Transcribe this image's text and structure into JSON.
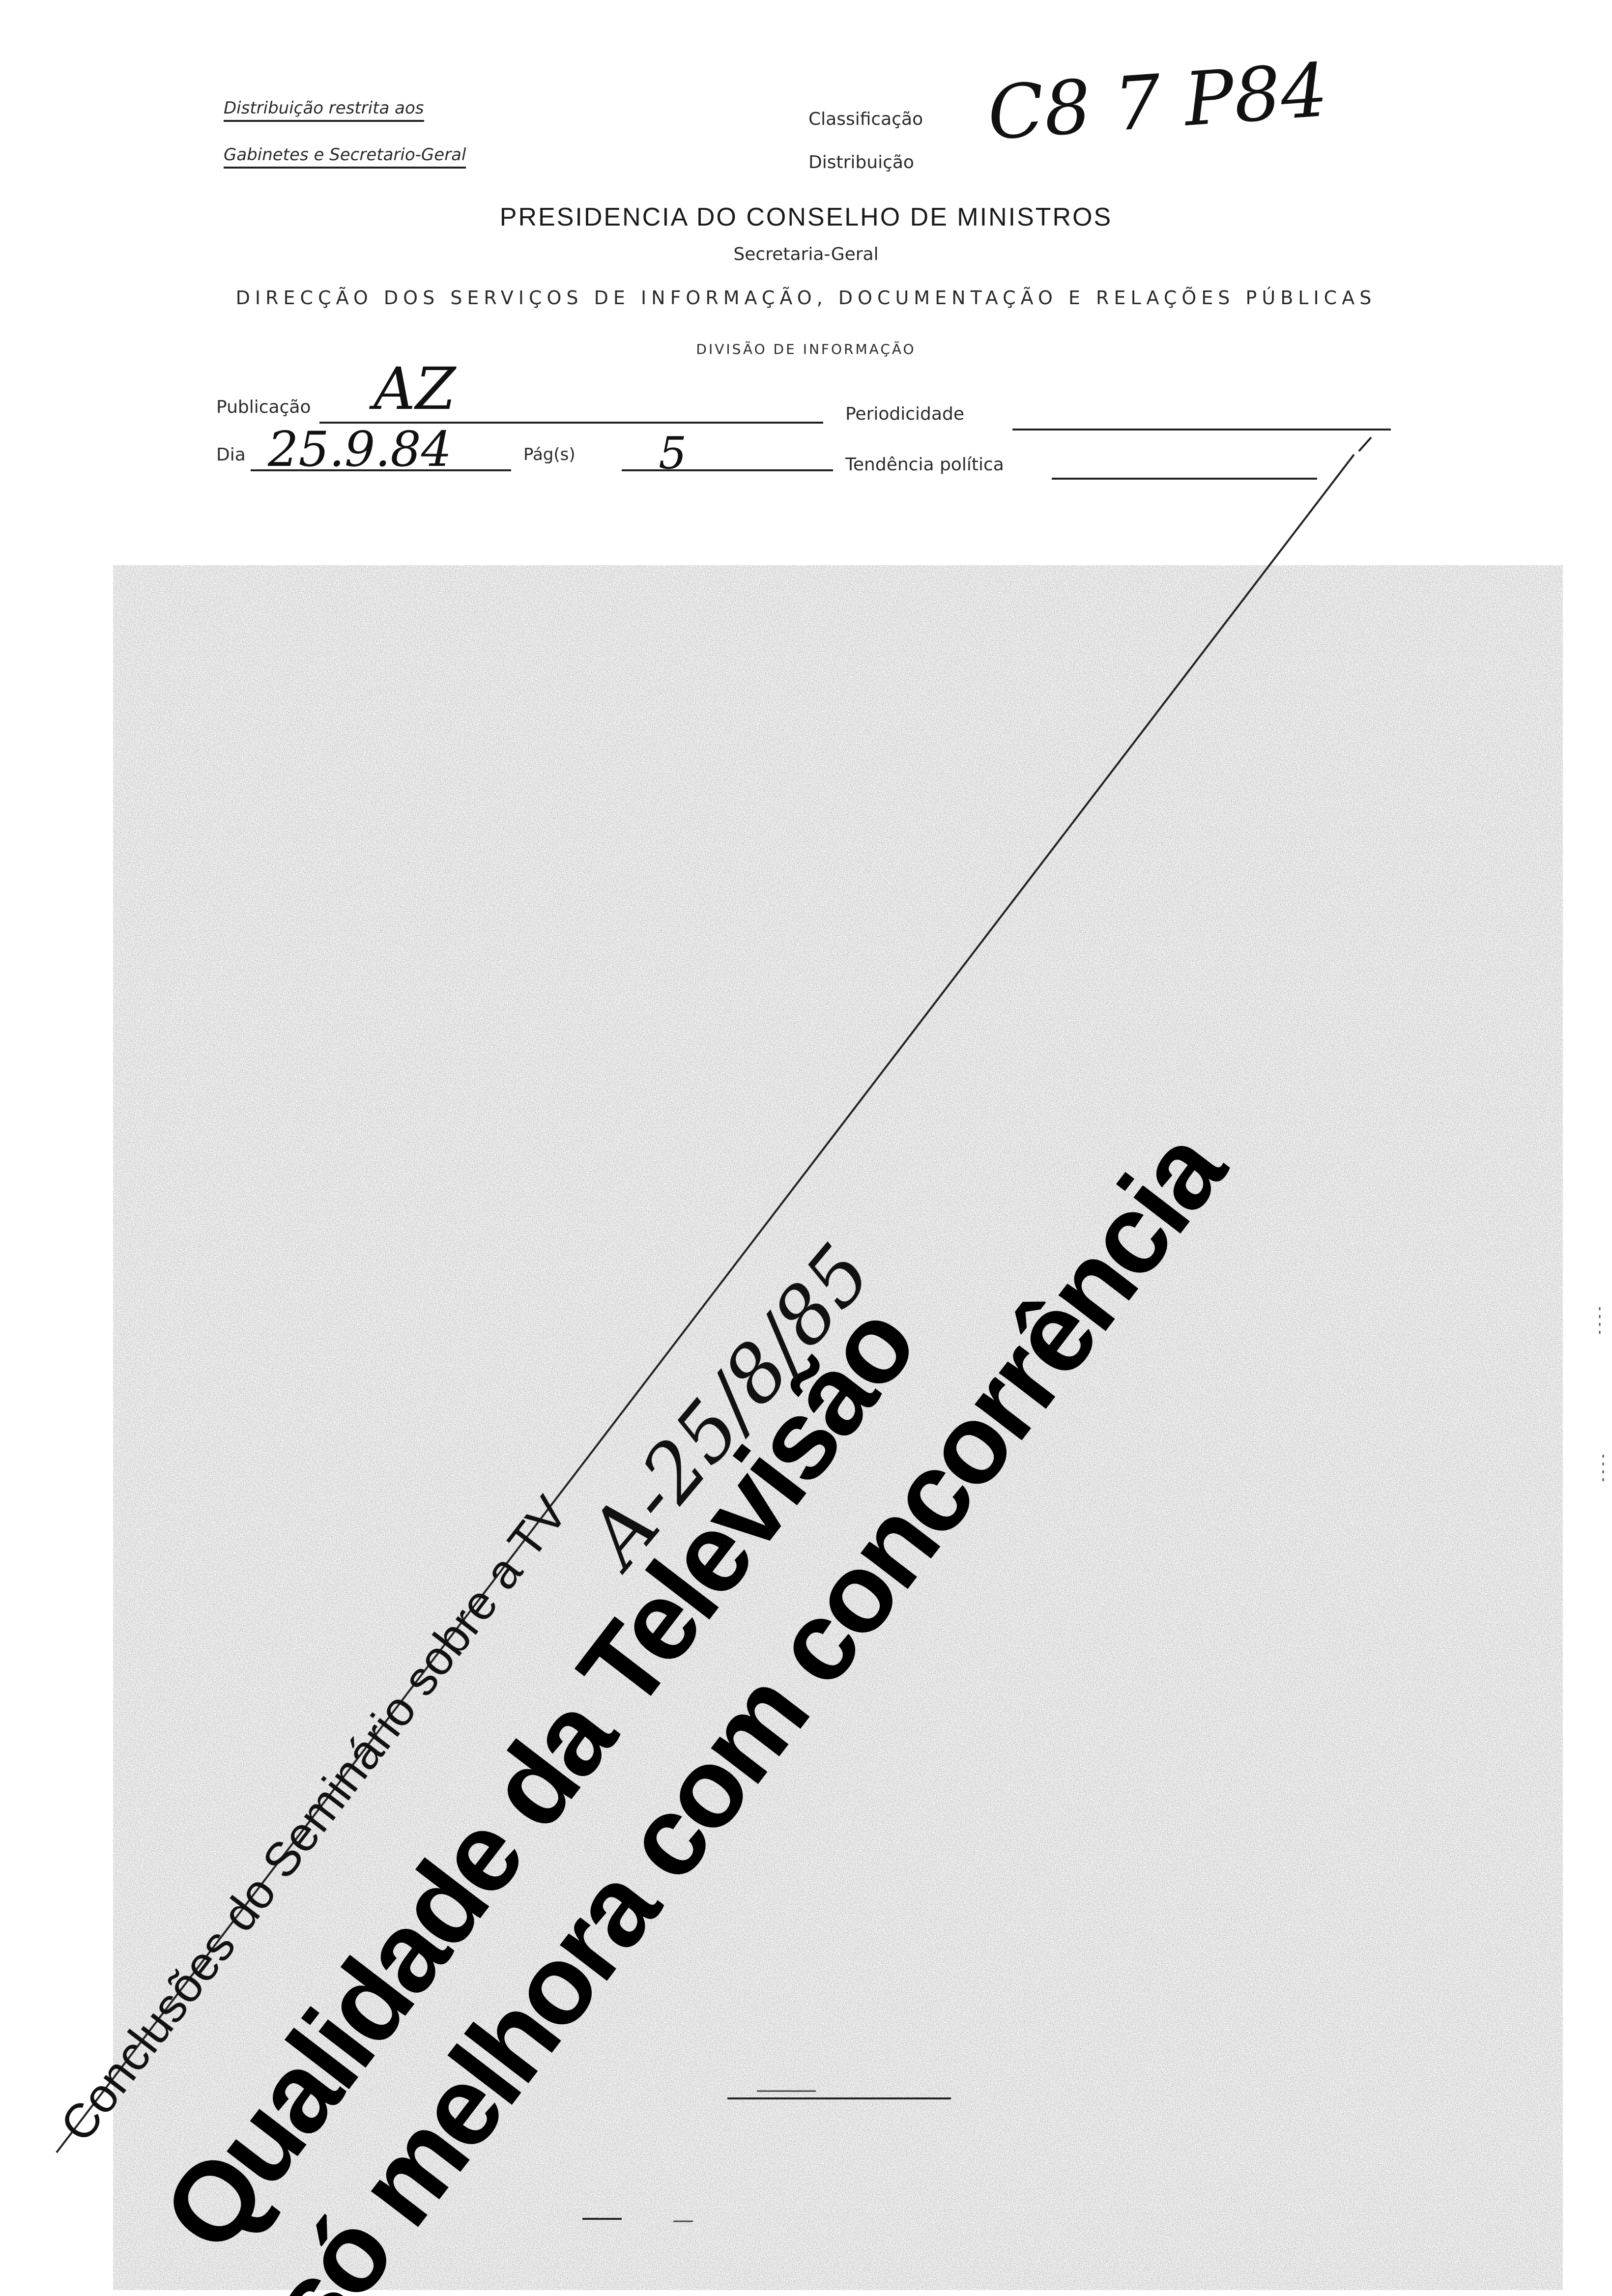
{
  "header": {
    "distribution_line1": "Distribuição restrita aos",
    "distribution_line2": "Gabinetes e Secretario-Geral",
    "classification_label": "Classificação",
    "classification_value": "C8 7 P84",
    "distribution_label": "Distribuição"
  },
  "org": {
    "presidency": "PRESIDENCIA DO CONSELHO DE MINISTROS",
    "secretariat": "Secretaria-Geral",
    "directorate": "DIRECÇÃO DOS SERVIÇOS DE INFORMAÇÃO, DOCUMENTAÇÃO E RELAÇÕES PÚBLICAS",
    "division": "DIVISÃO DE INFORMAÇÃO"
  },
  "form": {
    "publication_label": "Publicação",
    "publication_value": "AZ",
    "periodicity_label": "Periodicidade",
    "day_label": "Dia",
    "day_value": "25.9.84",
    "pages_label": "Pág(s)",
    "pages_value": "5",
    "tendency_label": "Tendência política"
  },
  "clipping": {
    "kicker": "Conclusões do Seminário sobre a TV",
    "headline_line1": "Qualidade da Televisão",
    "headline_line2": "só melhora com concorrência",
    "handwritten_note": "A-25/8/85"
  }
}
